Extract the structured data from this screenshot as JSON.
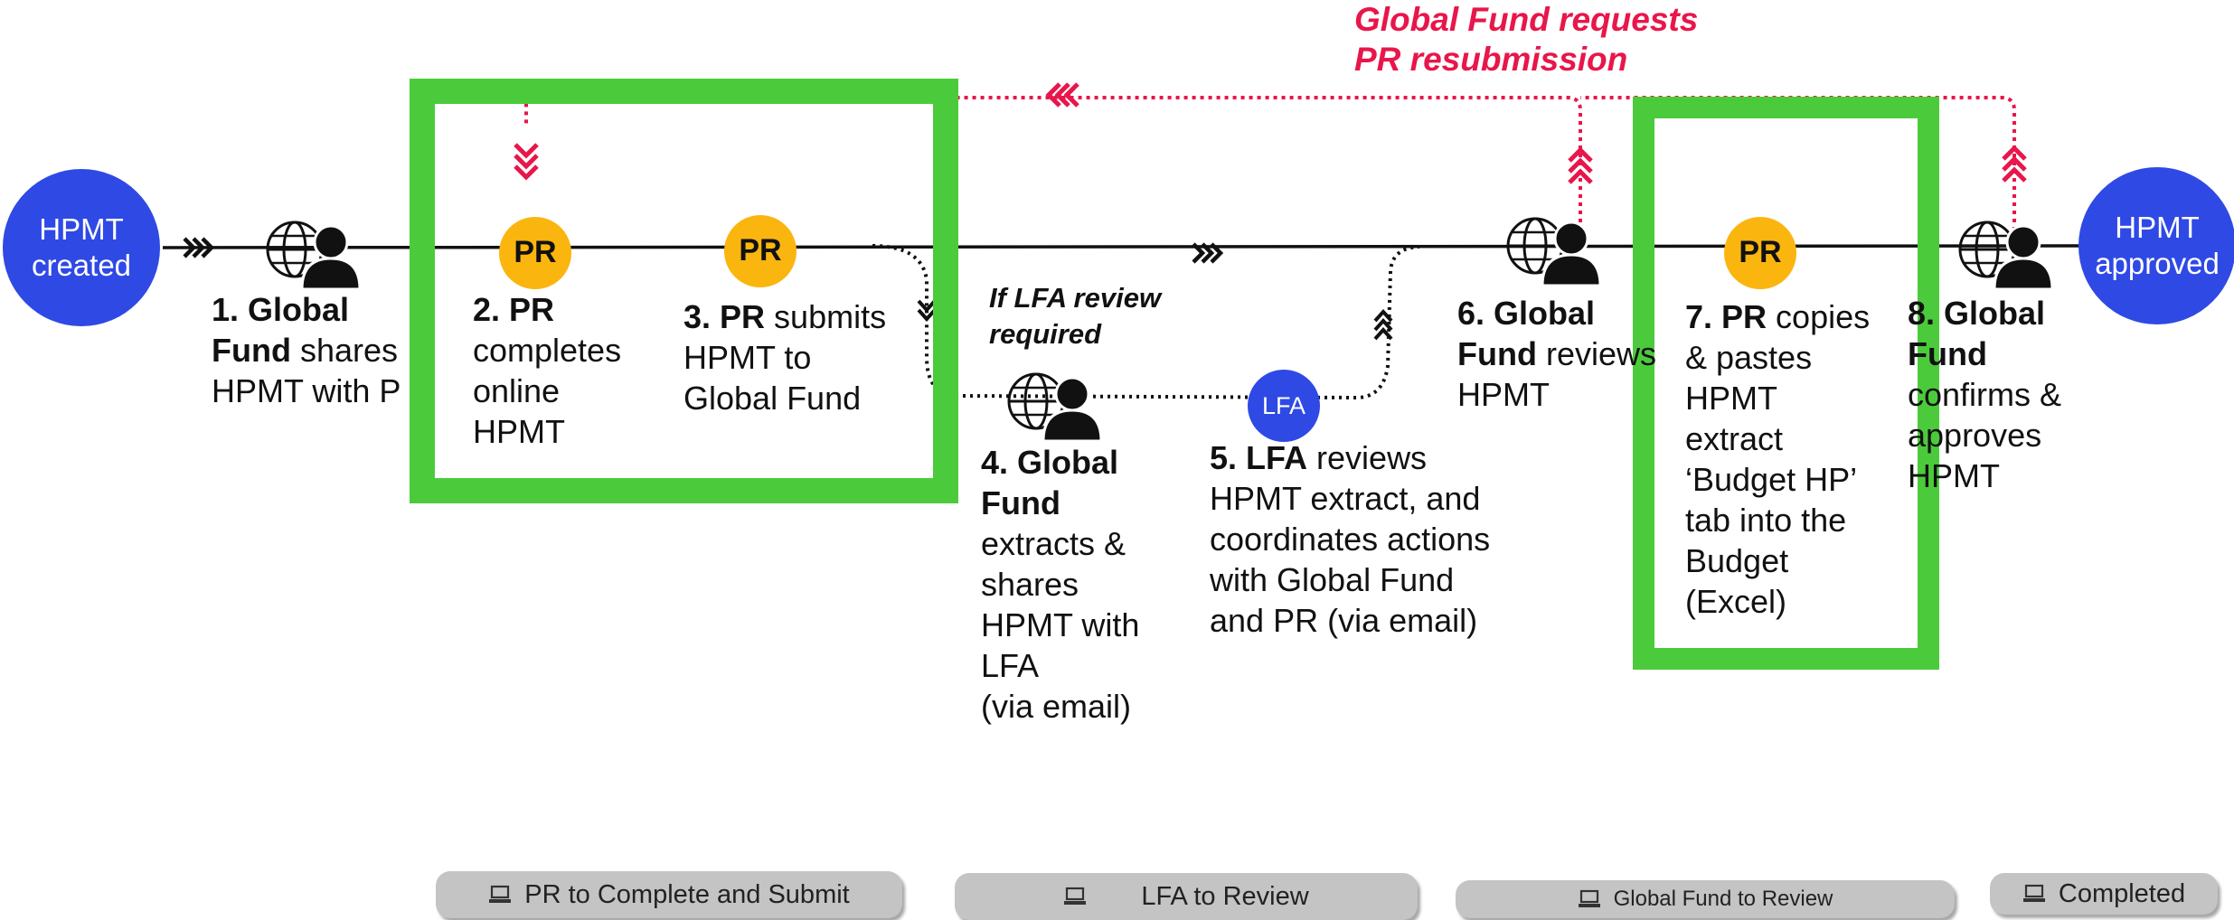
{
  "start_node": {
    "line1": "HPMT",
    "line2": "created"
  },
  "end_node": {
    "line1": "HPMT",
    "line2": "approved"
  },
  "resubmission": {
    "line1": "Global Fund requests",
    "line2": "PR resubmission"
  },
  "lfa_condition": {
    "line1": "If LFA review",
    "line2": "required"
  },
  "badges": {
    "pr": "PR",
    "lfa": "LFA"
  },
  "steps": [
    {
      "bold": "1. Global",
      "lines": [
        "Fund shares",
        "HPMT with P"
      ],
      "bold2_prefix": "Fund"
    },
    {
      "bold": "2. PR",
      "lines": [
        "completes",
        "online",
        "HPMT"
      ]
    },
    {
      "bold": "3. PR",
      "first_rest": " submits",
      "lines": [
        "HPMT to",
        "Global Fund"
      ]
    },
    {
      "bold": "4. Global",
      "bold_line2": "Fund",
      "lines": [
        "extracts &",
        "shares",
        "HPMT with",
        "LFA",
        "(via email)"
      ]
    },
    {
      "bold": "5. LFA",
      "first_rest": " reviews",
      "lines": [
        "HPMT extract, and",
        "coordinates actions",
        "with Global Fund",
        "and PR (via email)"
      ]
    },
    {
      "bold": "6. Global",
      "bold_line2": "Fund",
      "line2_rest": " reviews",
      "lines": [
        "HPMT"
      ]
    },
    {
      "bold": "7. PR",
      "first_rest": " copies",
      "lines": [
        "& pastes",
        "HPMT",
        "extract",
        "‘Budget HP’",
        "tab into the",
        "Budget",
        "(Excel)"
      ]
    },
    {
      "bold": "8. Global",
      "bold_line2": "Fund",
      "lines": [
        "confirms &",
        "approves",
        "HPMT"
      ]
    }
  ],
  "status_pills": [
    {
      "label": "PR to Complete and Submit",
      "icon": "laptop-icon"
    },
    {
      "label": "LFA to Review",
      "icon": "laptop-icon"
    },
    {
      "label": "Global Fund to Review",
      "icon": "laptop-icon"
    },
    {
      "label": "Completed",
      "icon": "laptop-icon"
    }
  ],
  "colors": {
    "node_blue": "#2f49e5",
    "pr_yellow": "#fbb50f",
    "highlight_green": "#4bcb3b",
    "resubmission_red": "#e8164a",
    "pill_grey": "#c4c4c4"
  }
}
